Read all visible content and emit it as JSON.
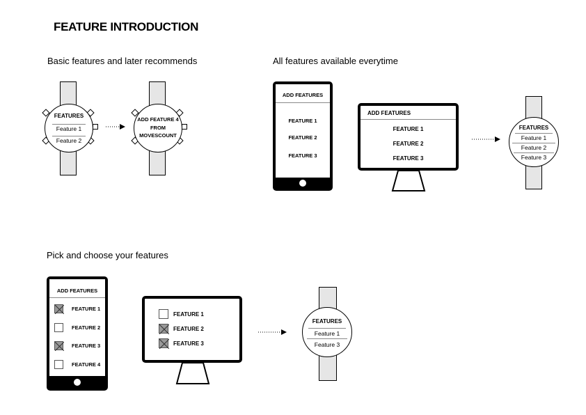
{
  "title": "FEATURE INTRODUCTION",
  "sections": {
    "basic": {
      "heading": "Basic features and later recommends",
      "watch1": {
        "header": "FEATURES",
        "items": [
          "Feature 1",
          "Feature 2"
        ]
      },
      "watch2": {
        "lines": [
          "ADD FEATURE 4",
          "FROM",
          "MOVESCOUNT"
        ]
      }
    },
    "all": {
      "heading": "All features available everytime",
      "phone": {
        "header": "ADD FEATURES",
        "items": [
          "FEATURE 1",
          "FEATURE 2",
          "FEATURE 3"
        ]
      },
      "monitor": {
        "header": "ADD FEATURES",
        "items": [
          "FEATURE 1",
          "FEATURE 2",
          "FEATURE 3"
        ]
      },
      "watch": {
        "header": "FEATURES",
        "items": [
          "Feature 1",
          "Feature 2",
          "Feature 3"
        ]
      }
    },
    "pick": {
      "heading": "Pick and choose your features",
      "phone": {
        "header": "ADD FEATURES",
        "items": [
          {
            "label": "FEATURE 1",
            "checked": true
          },
          {
            "label": "FEATURE 2",
            "checked": false
          },
          {
            "label": "FEATURE 3",
            "checked": true
          },
          {
            "label": "FEATURE 4",
            "checked": false
          }
        ]
      },
      "monitor": {
        "items": [
          {
            "label": "FEATURE 1",
            "checked": false
          },
          {
            "label": "FEATURE 2",
            "checked": true
          },
          {
            "label": "FEATURE 3",
            "checked": true
          }
        ]
      },
      "watch": {
        "header": "FEATURES",
        "items": [
          "Feature 1",
          "Feature 3"
        ]
      }
    }
  },
  "colors": {
    "strap": "#e6e6e6",
    "checked": "#999999"
  }
}
